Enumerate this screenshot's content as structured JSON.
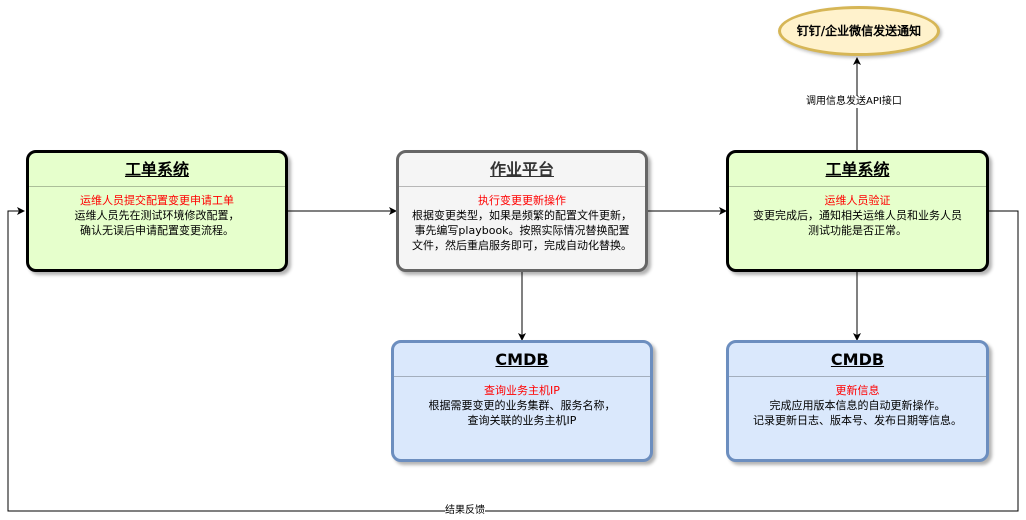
{
  "nodes": {
    "ticket_left": {
      "title": "工单系统",
      "subtitle": "运维人员提交配置变更申请工单",
      "text": "运维人员先在测试环境修改配置，\n确认无误后申请配置变更流程。"
    },
    "job_platform": {
      "title": "作业平台",
      "subtitle": "执行变更更新操作",
      "text": "根据变更类型，如果是频繁的配置文件更新，\n事先编写playbook。按照实际情况替换配置\n文件，然后重启服务即可，完成自动化替换。"
    },
    "ticket_right": {
      "title": "工单系统",
      "subtitle": "运维人员验证",
      "text": "变更完成后，通知相关运维人员和业务人员\n测试功能是否正常。"
    },
    "cmdb_left": {
      "title": "CMDB",
      "subtitle": "查询业务主机IP",
      "text": "根据需要变更的业务集群、服务名称，\n查询关联的业务主机IP"
    },
    "cmdb_right": {
      "title": "CMDB",
      "subtitle": "更新信息",
      "text": "完成应用版本信息的自动更新操作。\n记录更新日志、版本号、发布日期等信息。"
    },
    "notify": {
      "label": "钉钉/企业微信发送通知"
    }
  },
  "edges": {
    "notify_api": "调用信息发送API接口",
    "feedback": "结果反馈"
  },
  "colors": {
    "green_fill": "#e6ffcc",
    "gray_fill": "#f5f5f5",
    "blue_fill": "#dae8fc",
    "blue_stroke": "#6c8ebf",
    "ellipse_fill": "#fff2cc",
    "ellipse_stroke": "#d6b656",
    "highlight_text": "#ff0000"
  }
}
